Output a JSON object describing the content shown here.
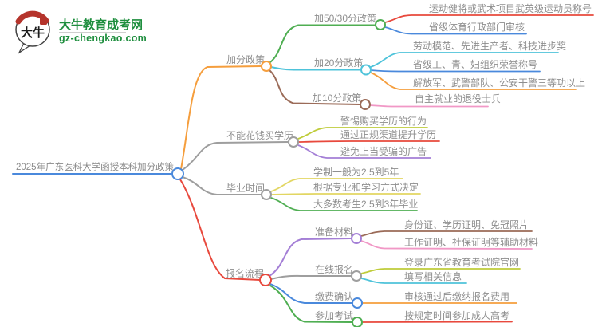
{
  "brand": {
    "logo_text": "大牛",
    "site_name": "大牛教育成考网",
    "site_url": "gz-chengkao.com"
  },
  "colors": {
    "blue": "#4a89dc",
    "orange": "#f59e3d",
    "green": "#4fae52",
    "cyan": "#4ec3da",
    "red": "#e8493d",
    "brown": "#9b6b58",
    "pink": "#f198c6",
    "gray": "#9e9e9e",
    "yellow_green": "#bfcc3a",
    "yellow": "#e2d662",
    "purple": "#a47fd6",
    "logo_green": "#1e8e3e",
    "logo_red": "#b5342c",
    "divider_gray": "#cfcfcf",
    "text_gray": "#8e8e8e"
  },
  "mindmap": {
    "root": {
      "label": "2025年广东医科大学函授本科加分政策",
      "color": "blue"
    },
    "branches": [
      {
        "label": "加分政策",
        "color": "orange",
        "children": [
          {
            "label": "加50/30分政策",
            "color": "green",
            "children": [
              {
                "label": "运动健将或武术项目武英级运动员称号",
                "color": "red"
              },
              {
                "label": "省级体育行政部门审核",
                "color": "blue"
              }
            ]
          },
          {
            "label": "加20分政策",
            "color": "cyan",
            "children": [
              {
                "label": "劳动模范、先进生产者、科技进步奖",
                "color": "cyan"
              },
              {
                "label": "省级工、青、妇组织荣誉称号",
                "color": "blue"
              },
              {
                "label": "解放军、武警部队、公安干警三等功以上",
                "color": "orange"
              }
            ]
          },
          {
            "label": "加10分政策",
            "color": "brown",
            "children": [
              {
                "label": "自主就业的退役士兵",
                "color": "pink"
              }
            ]
          }
        ]
      },
      {
        "label": "不能花钱买学历",
        "color": "gray",
        "children": [
          {
            "label": "警惕购买学历的行为",
            "color": "yellow_green"
          },
          {
            "label": "通过正规渠道提升学历",
            "color": "red"
          },
          {
            "label": "避免上当受骗的广告",
            "color": "purple"
          }
        ]
      },
      {
        "label": "毕业时间",
        "color": "gray",
        "children": [
          {
            "label": "学制一般为2.5到5年",
            "color": "yellow"
          },
          {
            "label": "根据专业和学习方式决定",
            "color": "yellow"
          },
          {
            "label": "大多数考生2.5到3年毕业",
            "color": "green"
          }
        ]
      },
      {
        "label": "报名流程",
        "color": "red",
        "children": [
          {
            "label": "准备材料",
            "color": "purple",
            "children": [
              {
                "label": "身份证、学历证明、免冠照片",
                "color": "brown"
              },
              {
                "label": "工作证明、社保证明等辅助材料",
                "color": "pink"
              }
            ]
          },
          {
            "label": "在线报名",
            "color": "gray",
            "children": [
              {
                "label": "登录广东省教育考试院官网",
                "color": "yellow_green"
              },
              {
                "label": "填写相关信息",
                "color": "cyan"
              }
            ]
          },
          {
            "label": "缴费确认",
            "color": "blue",
            "children": [
              {
                "label": "审核通过后缴纳报名费用",
                "color": "orange"
              }
            ]
          },
          {
            "label": "参加考试",
            "color": "green",
            "children": [
              {
                "label": "按规定时间参加成人高考",
                "color": "red"
              }
            ]
          }
        ]
      }
    ]
  }
}
